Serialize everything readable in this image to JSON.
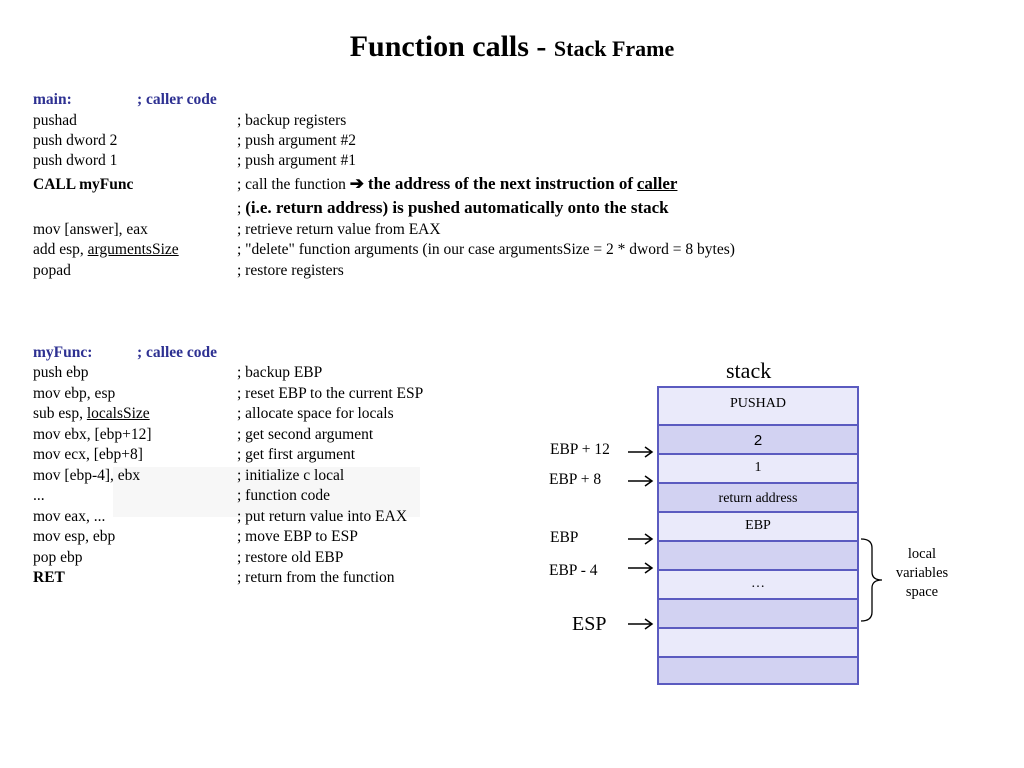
{
  "title": {
    "main": "Function calls - ",
    "sub": "Stack Frame"
  },
  "caller": {
    "label": "main:",
    "label_comment": "; caller code",
    "lines": [
      {
        "code": "pushad",
        "comment": "; backup registers"
      },
      {
        "code": "push dword 2",
        "comment": "; push argument #2"
      },
      {
        "code": "push dword 1",
        "comment": "; push argument #1"
      }
    ],
    "call": {
      "code": "CALL myFunc",
      "comment": "; call the function",
      "arrow": "➔",
      "emph1": "the address of the next instruction of",
      "emph_caller": "caller",
      "cont_semicolon": ";",
      "emph2": "(i.e. return address) is pushed automatically onto the stack"
    },
    "after": [
      {
        "code": "mov [answer], eax",
        "comment": "; retrieve return value from EAX"
      },
      {
        "code_pre": "add esp, ",
        "code_ul": "argumentsSize",
        "comment": "; \"delete\" function arguments (in our case argumentsSize = 2 * dword = 8 bytes)"
      },
      {
        "code": "popad",
        "comment": "; restore registers"
      }
    ]
  },
  "callee": {
    "label": "myFunc:",
    "label_comment": "; callee code",
    "lines": [
      {
        "code": "push ebp",
        "comment": "; backup EBP"
      },
      {
        "code": "mov ebp, esp",
        "comment": "; reset EBP to the current ESP"
      },
      {
        "code_pre": "sub esp, ",
        "code_ul": "localsSize",
        "comment": "; allocate space for locals"
      },
      {
        "code": "mov ebx, [ebp+12]",
        "comment": "; get second argument"
      },
      {
        "code": "mov ecx, [ebp+8]",
        "comment": "; get first argument"
      },
      {
        "code": "mov [ebp-4], ebx",
        "comment": "; initialize c local"
      },
      {
        "code": "...",
        "comment": "; function code"
      },
      {
        "code": "mov eax, ...",
        "comment": "; put return value into EAX"
      },
      {
        "code": "mov esp, ebp",
        "comment": "; move EBP to ESP"
      },
      {
        "code": "pop ebp",
        "comment": "; restore old EBP"
      },
      {
        "code": "RET",
        "comment": "; return from the function"
      }
    ]
  },
  "stack": {
    "title": "stack",
    "cells": [
      "PUSHAD",
      "2",
      "1",
      "return address",
      "EBP",
      "",
      "…",
      "",
      "",
      ""
    ],
    "pointers": [
      "EBP + 12",
      "EBP + 8",
      "EBP",
      "EBP - 4",
      "ESP"
    ],
    "side_label": [
      "local",
      "variables",
      "space"
    ]
  },
  "colors": {
    "label_blue": "#2e3192",
    "cell_dark": "#d2d2f2",
    "cell_light": "#eaeafa",
    "border": "#5b5bc0"
  }
}
